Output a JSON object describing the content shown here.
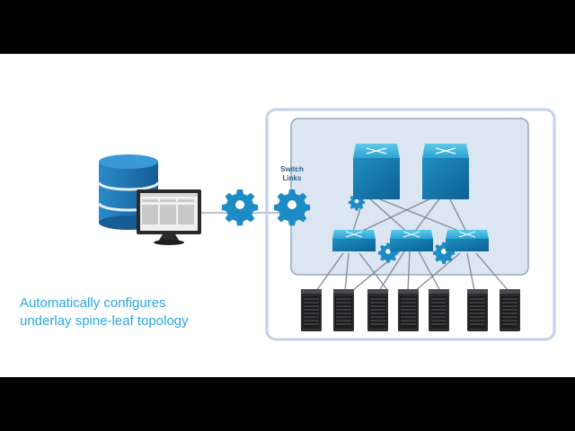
{
  "caption": {
    "line1": "Automatically configures",
    "line2": "underlay spine-leaf topology"
  },
  "switch_links": {
    "line1": "Switch",
    "line2": "Links"
  },
  "colors": {
    "caption": "#29a8e0",
    "gear": "#1e8cc4",
    "switch": "#1f8ab9",
    "fabric_fill": "#dce5f2",
    "outer_border": "#c3d2ea",
    "database": "#1b74b0"
  },
  "icons": [
    "database-icon",
    "monitor-icon",
    "gear-icon",
    "spine-switch-icon",
    "leaf-switch-icon",
    "server-icon"
  ]
}
